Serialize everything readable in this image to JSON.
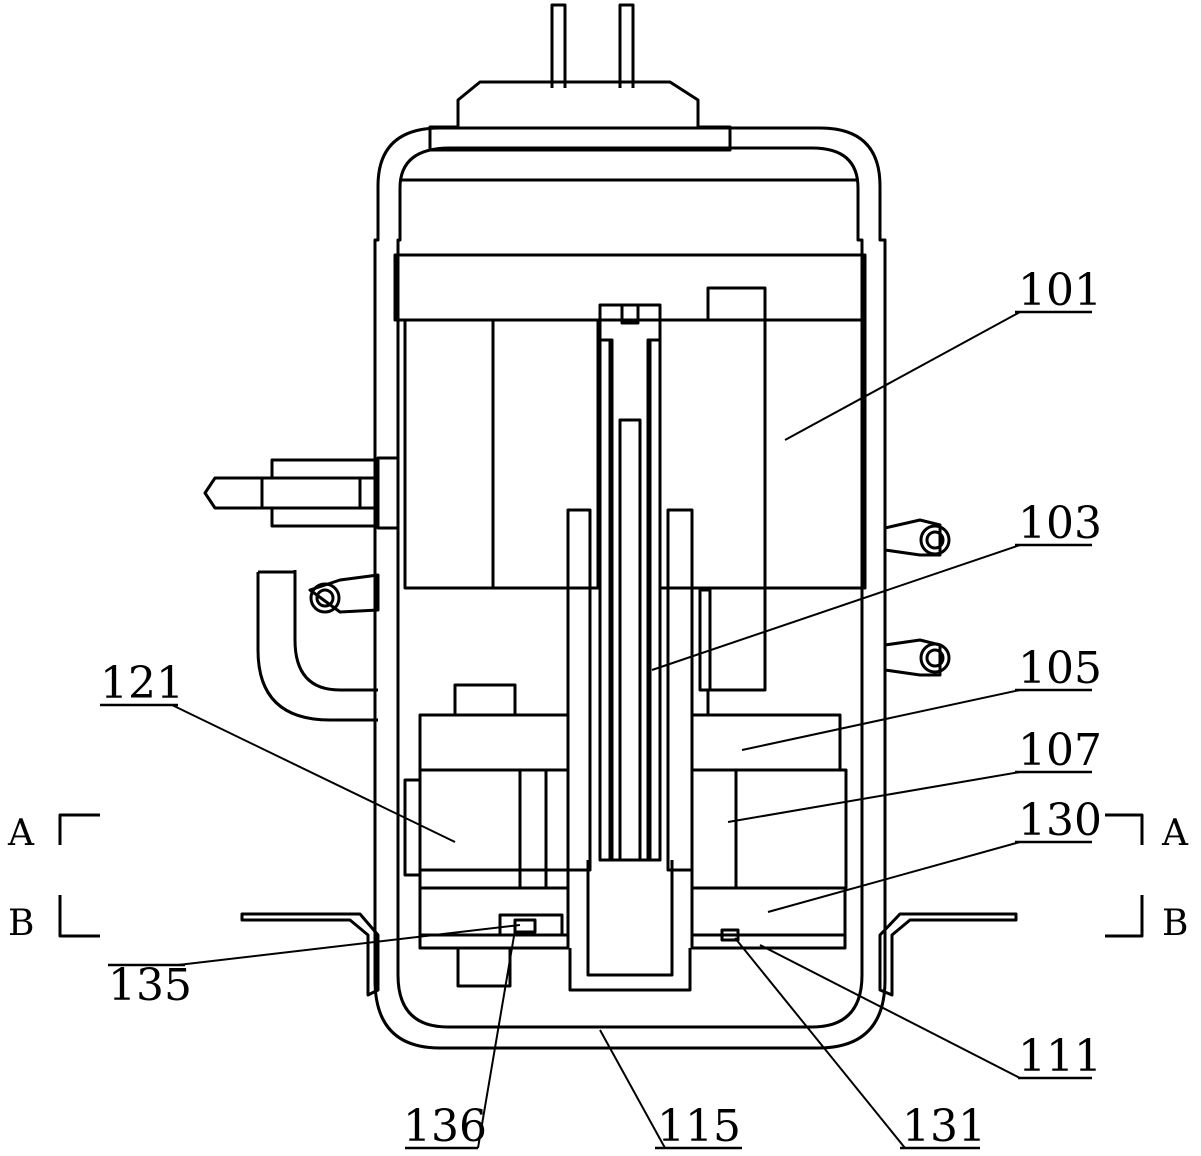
{
  "figure": {
    "section_marks": {
      "a_left": "A",
      "a_right": "A",
      "b_left": "B",
      "b_right": "B"
    },
    "labels": {
      "l101": "101",
      "l103": "103",
      "l105": "105",
      "l107": "107",
      "l130": "130",
      "l121": "121",
      "l135": "135",
      "l111": "111",
      "l136": "136",
      "l115": "115",
      "l131": "131"
    }
  }
}
